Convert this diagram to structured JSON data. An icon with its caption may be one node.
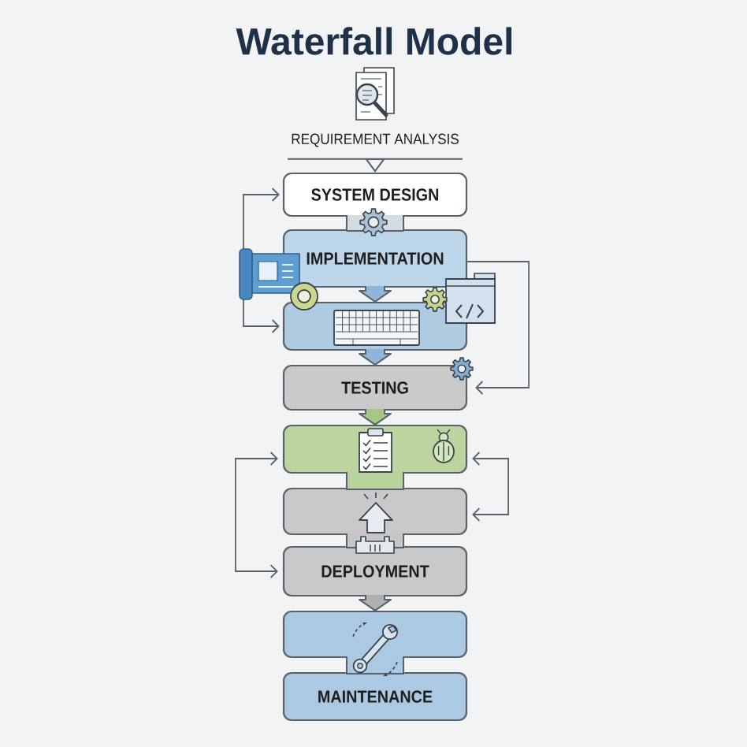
{
  "diagram": {
    "title": "Waterfall Model",
    "nodes": [
      {
        "text": [
          "REQUIREMENT ANALYSIS"
        ]
      },
      {
        "text": [
          "SYSTEM DESIGN"
        ]
      },
      {
        "text": [
          "IMPLEMENTATION"
        ]
      },
      {
        "text": [],
        "shape": "box"
      },
      {
        "text": [
          "TESTING"
        ]
      },
      {
        "text": [],
        "shape": "box"
      },
      {
        "text": [],
        "shape": "box"
      },
      {
        "text": [
          "DEPLOYMENT"
        ]
      },
      {
        "text": [],
        "shape": "box"
      },
      {
        "text": [
          "MAINTENANCE"
        ]
      }
    ],
    "edges": [
      {
        "from": 0,
        "to": 1,
        "arrow": "to"
      },
      {
        "from": 1,
        "to": 2,
        "arrow": "none",
        "style": "thick"
      },
      {
        "from": 2,
        "to": 3,
        "arrow": "to",
        "style": "thick"
      },
      {
        "from": 3,
        "to": 4,
        "arrow": "to",
        "style": "thick"
      },
      {
        "from": 4,
        "to": 5,
        "arrow": "to",
        "style": "thick"
      },
      {
        "from": 5,
        "to": 6,
        "arrow": "none",
        "style": "thick"
      },
      {
        "from": 6,
        "to": 7,
        "arrow": "none",
        "style": "thick"
      },
      {
        "from": 7,
        "to": 8,
        "arrow": "to",
        "style": "thick"
      },
      {
        "from": 8,
        "to": 9,
        "arrow": "none",
        "style": "thick"
      },
      {
        "from": 1,
        "to": 3,
        "arrow": "both"
      },
      {
        "from": 2,
        "to": 4,
        "arrow": "to"
      },
      {
        "from": 5,
        "to": 7,
        "arrow": "both"
      },
      {
        "from": 5,
        "to": 6,
        "arrow": "both"
      }
    ]
  }
}
